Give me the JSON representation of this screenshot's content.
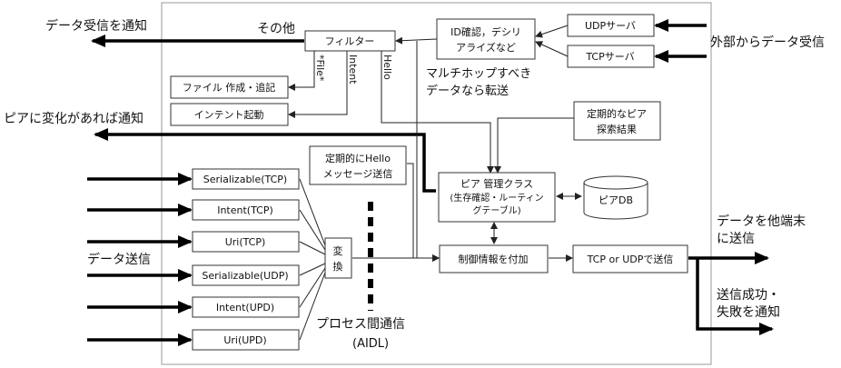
{
  "external": {
    "notify_data": "データ受信を通知",
    "other": "その他",
    "notify_peer": "ピアに変化があれば通知",
    "receive_external": "外部からデータ受信",
    "data_send": "データ送信",
    "to_other_terminal_1": "データを他端末",
    "to_other_terminal_2": "に送信",
    "notify_result_1": "送信成功・",
    "notify_result_2": "失敗を通知"
  },
  "boxes": {
    "filter": "フィルター",
    "id_check_1": "ID確認，デシリ",
    "id_check_2": "アライズなど",
    "udp_server": "UDPサーバ",
    "tcp_server": "TCPサーバ",
    "file_write": "ファイル 作成・追記",
    "intent_start": "インテント起動",
    "periodic_peer_1": "定期的なピア",
    "periodic_peer_2": "探索結果",
    "periodic_hello_1": "定期的にHello",
    "periodic_hello_2": "メッセージ送信",
    "peer_manager_1": "ピア 管理クラス",
    "peer_manager_2": "(生存確認・ルーティン",
    "peer_manager_3": "グテーブル)",
    "peer_db": "ピアDB",
    "control_info": "制御情報を付加",
    "send": "TCP or UDPで送信",
    "convert_1": "変",
    "convert_2": "換",
    "serializable_tcp": "Serializable(TCP)",
    "intent_tcp": "Intent(TCP)",
    "uri_tcp": "Uri(TCP)",
    "serializable_udp": "Serializable(UDP)",
    "intent_upd": "Intent(UPD)",
    "uri_upd": "Uri(UPD)"
  },
  "labels": {
    "file": "*File*",
    "intent": "Intent",
    "hello": "Hello",
    "multihop_1": "マルチホップすべき",
    "multihop_2": "データなら転送",
    "ipc": "プロセス間通信",
    "aidl": "(AIDL)"
  }
}
